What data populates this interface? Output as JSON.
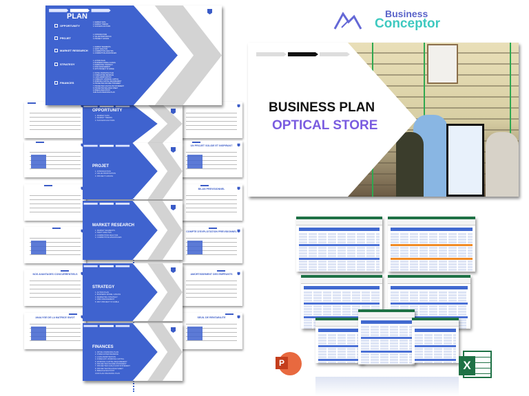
{
  "brand": {
    "line1": "Business",
    "line2": "Conceptor",
    "color1": "#5a63c9",
    "color2": "#3ec9c0"
  },
  "cover": {
    "title": "BUSINESS PLAN",
    "subtitle": "OPTICAL STORE",
    "subtitle_color": "#7a5ce0"
  },
  "plan_slide": {
    "title": "PLAN",
    "sections": [
      {
        "label": "OPPORTUNITY",
        "items": [
          "1. MARKET DATA",
          "2. MARKET TRENDS",
          "3. SUCCESS FACTORS"
        ]
      },
      {
        "label": "PROJET",
        "items": [
          "1. INTRODUCTION",
          "2. VALUE PROPOSITION",
          "3. PROJECT CANVAS"
        ]
      },
      {
        "label": "MARKET RESEARCH",
        "items": [
          "1. MARKET SEGMENTS",
          "2. SWOT ANALYSIS",
          "3. COMPETITOR ANALYSIS",
          "4. COMPETITIVE ADVANTAGES"
        ]
      },
      {
        "label": "STRATEGY",
        "items": [
          "1. ACTION PLAN",
          "2. BUSINESS MODEL CANVAS",
          "3. MARKETING STRATEGY",
          "4. RISK MANAGEMENT",
          "5. WHY PROJECT IS VIABLE"
        ]
      },
      {
        "label": "FINANCES",
        "items": [
          "1. INITIAL FINANCING PLAN",
          "2. FORECASTED REVENUE",
          "3. LOAN AMORTIZATION",
          "4. FORECAST. WORKING CAPITAL",
          "5. WORKING CAPITAL REQUIREMENT",
          "6. PROJECTED INCOME STATEMENT",
          "7. PROJECTED CASH FLOW STATEMENT",
          "8. PROJECTED BALANCE SHEET",
          "9. BREAK-EVEN POINT",
          "OUR PLAN FINANCING PLAN"
        ]
      }
    ]
  },
  "section_slides": [
    {
      "title": "OPPORTUNITY",
      "items": [
        "1. MARKET DATA",
        "2. MARKET TRENDS",
        "3. SUCCESS FACTORS"
      ]
    },
    {
      "title": "PROJET",
      "items": [
        "1. INTRODUCTION",
        "2. VALUE PROPOSITION",
        "3. PROJECT CANVAS"
      ]
    },
    {
      "title": "MARKET RESEARCH",
      "items": [
        "1. MARKET SEGMENTS",
        "2. SWOT ANALYSIS",
        "3. COMPETITOR ANALYSIS",
        "4. COMPETITIVE ADVANTAGES"
      ]
    },
    {
      "title": "STRATEGY",
      "items": [
        "1. ACTION PLAN",
        "2. BUSINESS MODEL CANVAS",
        "3. MARKETING STRATEGY",
        "4. RISK MANAGEMENT",
        "5. WHY PROJECT IS VIABLE"
      ]
    },
    {
      "title": "FINANCES",
      "items": [
        "1. INITIAL FINANCING PLAN",
        "2. FORECASTED REVENUE",
        "3. LOAN AMORTIZATION",
        "4. FORECAST. WORKING CAPITAL",
        "5. WORKING CAPITAL REQUIREMENT",
        "6. PROJECTED INCOME STATEMENT",
        "7. PROJECTED CASH FLOW STATEMENT",
        "8. PROJECTED BALANCE SHEET",
        "9. BREAK-EVEN POINT",
        "OUR PLAN FINANCING PLAN"
      ]
    }
  ],
  "right_thumbs": [
    "",
    "UN PROJET SOLIDE ET INSPIRANT",
    "BILAN PREVISIONNEL",
    "COMPTE D'EXPLOITATION PREVISIONNEL",
    "AMORTISSEMENT DES EMPRUNTS",
    "SEUIL DE RENTABILITE"
  ],
  "left_thumbs": [
    "",
    "",
    "",
    "",
    "NOS AVANTAGES CONCURRENTIELS",
    "ANALYSE DE LA MATRICE SWOT"
  ],
  "icons": {
    "powerpoint": "powerpoint-icon",
    "excel": "excel-icon"
  },
  "colors": {
    "slide_blue": "#3f63cf",
    "chevron_gray": "#d3d3d3",
    "excel_green": "#1e7145",
    "ppt_orange": "#d24726"
  }
}
